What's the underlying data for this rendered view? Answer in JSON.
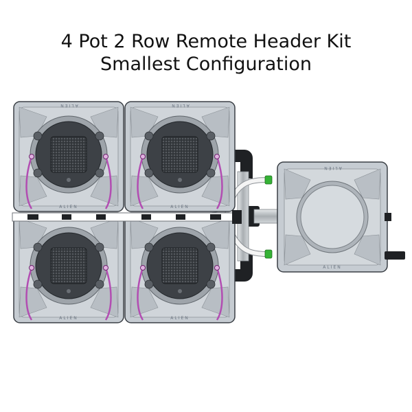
{
  "title": {
    "line1": "4 Pot 2 Row Remote Header Kit",
    "line2": "Smallest Configuration"
  },
  "pot_brand": "ALIEN",
  "colors": {
    "pot_body": "#c6ccd2",
    "pot_outline": "#3a3f45",
    "lid_dark": "#3d4146",
    "tube": "#b24db2",
    "pipe": "#b4b9bd",
    "fitting": "#1f2124",
    "connector": "#35b235"
  },
  "layout": {
    "rows": 2,
    "pots_per_row": 2,
    "header_tanks": 1
  }
}
